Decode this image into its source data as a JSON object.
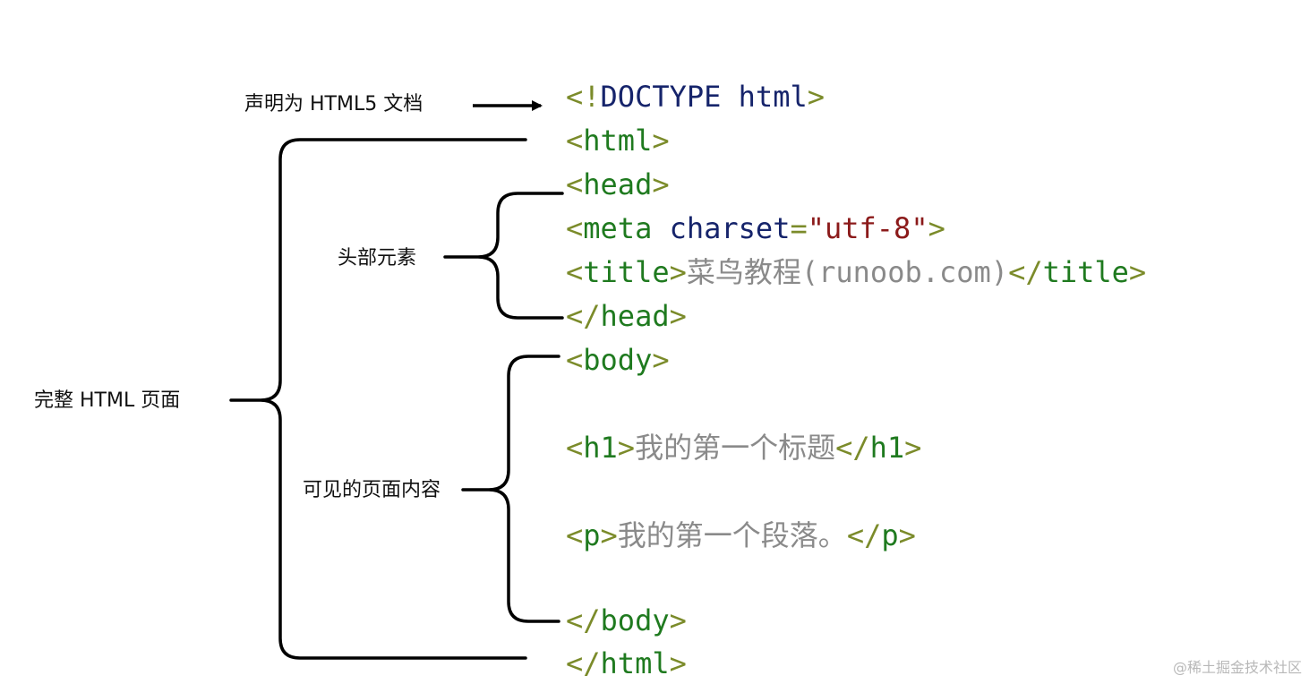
{
  "labels": {
    "doctype": "声明为 HTML5 文档",
    "full_page": "完整 HTML 页面",
    "head": "头部元素",
    "visible": "可见的页面内容"
  },
  "code": {
    "doctype": {
      "open": "<!",
      "word": "DOCTYPE html",
      "close": ">"
    },
    "html_open": {
      "open": "<",
      "name": "html",
      "close": ">"
    },
    "head_open": {
      "open": "<",
      "name": "head",
      "close": ">"
    },
    "meta": {
      "open": "<",
      "name": "meta",
      "space": " ",
      "attr": "charset",
      "eq": "=",
      "value": "\"utf-8\"",
      "close": ">"
    },
    "title": {
      "open": "<",
      "name": "title",
      "close": ">",
      "text": "菜鸟教程(runoob.com)",
      "end_open": "</",
      "end_name": "title",
      "end_close": ">"
    },
    "head_close": {
      "open": "</",
      "name": "head",
      "close": ">"
    },
    "body_open": {
      "open": "<",
      "name": "body",
      "close": ">"
    },
    "h1": {
      "open": "<",
      "name": "h1",
      "close": ">",
      "text": "我的第一个标题",
      "end_open": "</",
      "end_name": "h1",
      "end_close": ">"
    },
    "p": {
      "open": "<",
      "name": "p",
      "close": ">",
      "text": "我的第一个段落。",
      "end_open": "</",
      "end_name": "p",
      "end_close": ">"
    },
    "body_close": {
      "open": "</",
      "name": "body",
      "close": ">"
    },
    "html_close": {
      "open": "</",
      "name": "html",
      "close": ">"
    }
  },
  "watermark": "@稀土掘金技术社区",
  "colors": {
    "tag_bracket": "#7b8b2a",
    "tag_name": "#1f7a1f",
    "keyword": "#16246b",
    "attr_value": "#8b1a1a",
    "content_text": "#8a8a8a",
    "line": "#000000"
  }
}
